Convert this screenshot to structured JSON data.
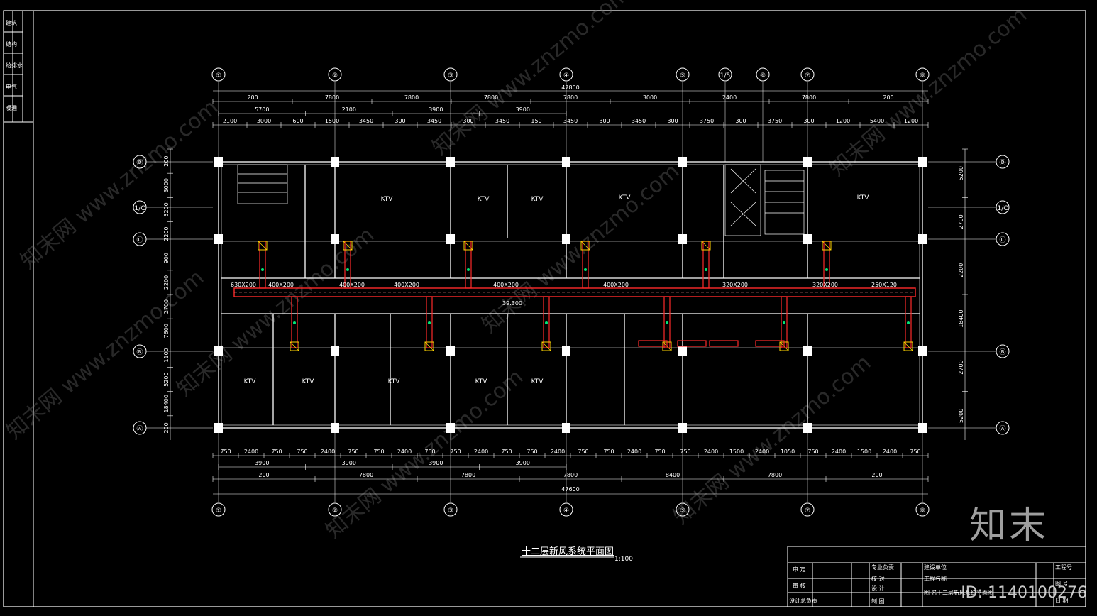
{
  "title": "十二层新风系统平面图",
  "scale": "1:100",
  "watermark": "知末网 www.znzmo.com",
  "brand": "知末",
  "id_tag": "ID: 1140100276",
  "grid_cols_top": [
    "①",
    "②",
    "③",
    "④",
    "⑤",
    "1/5",
    "⑥",
    "⑦",
    "⑧"
  ],
  "grid_cols_bottom": [
    "①",
    "②",
    "③",
    "④",
    "⑤",
    "⑦",
    "⑧"
  ],
  "grid_rows": [
    "Ⓓ",
    "1/C",
    "Ⓒ",
    "Ⓑ",
    "Ⓐ"
  ],
  "dims_top_total": "47800",
  "dims_top_1": [
    "200",
    "7800",
    "7800",
    "7800",
    "7800",
    "3000",
    "2400",
    "7800",
    "200"
  ],
  "dims_top_2": [
    "5700",
    "2100",
    "3900",
    "3900"
  ],
  "dims_top_3": [
    "2100",
    "3000",
    "600",
    "1500",
    "3450",
    "300",
    "3450",
    "300",
    "3450",
    "150",
    "3450",
    "300",
    "3450",
    "300",
    "3750",
    "300",
    "3750",
    "300",
    "1200",
    "5400",
    "1200"
  ],
  "dims_bottom_1": [
    "750",
    "2400",
    "750",
    "750",
    "2400",
    "750",
    "750",
    "2400",
    "750",
    "750",
    "2400",
    "750",
    "750",
    "2400",
    "750",
    "750",
    "2400",
    "750",
    "750",
    "2400",
    "1500",
    "2400",
    "1050",
    "750",
    "2400",
    "1500",
    "2400",
    "750"
  ],
  "dims_bottom_2": [
    "3900",
    "3900",
    "3900",
    "3900"
  ],
  "dims_bottom_3": [
    "200",
    "7800",
    "7800",
    "7800",
    "8400",
    "7800",
    "200"
  ],
  "dims_bottom_total": "47600",
  "dims_left": [
    "200",
    "3000",
    "5200",
    "2200",
    "900",
    "2200",
    "2700",
    "7600",
    "1100",
    "5200",
    "18400",
    "200"
  ],
  "dims_right": [
    "5200",
    "2700",
    "2200",
    "18400",
    "2700",
    "5200"
  ],
  "rooms": [
    "KTV",
    "KTV",
    "KTV",
    "KTV",
    "KTV",
    "KTV",
    "KTV",
    "KTV",
    "KTV",
    "KTV"
  ],
  "duct_labels": [
    "400X200",
    "400X200",
    "400X200",
    "400X200",
    "400X200",
    "320X200",
    "320X200",
    "250X120",
    "630X200"
  ],
  "corridor_level": "39.300",
  "title_block": {
    "rows": [
      "审 定",
      "审 核",
      "设计总负责"
    ],
    "col2": [
      "专业负责",
      "校 对",
      "设 计",
      "制 图"
    ],
    "col3": [
      "建设单位",
      "工程名称",
      "图 名"
    ],
    "col4": [
      "工程号",
      "图 号",
      "日 期"
    ],
    "drawing_name": "十二层新风系统平面图"
  },
  "side_strip": [
    "建筑",
    "结构",
    "给排水",
    "电气",
    "暖通"
  ]
}
